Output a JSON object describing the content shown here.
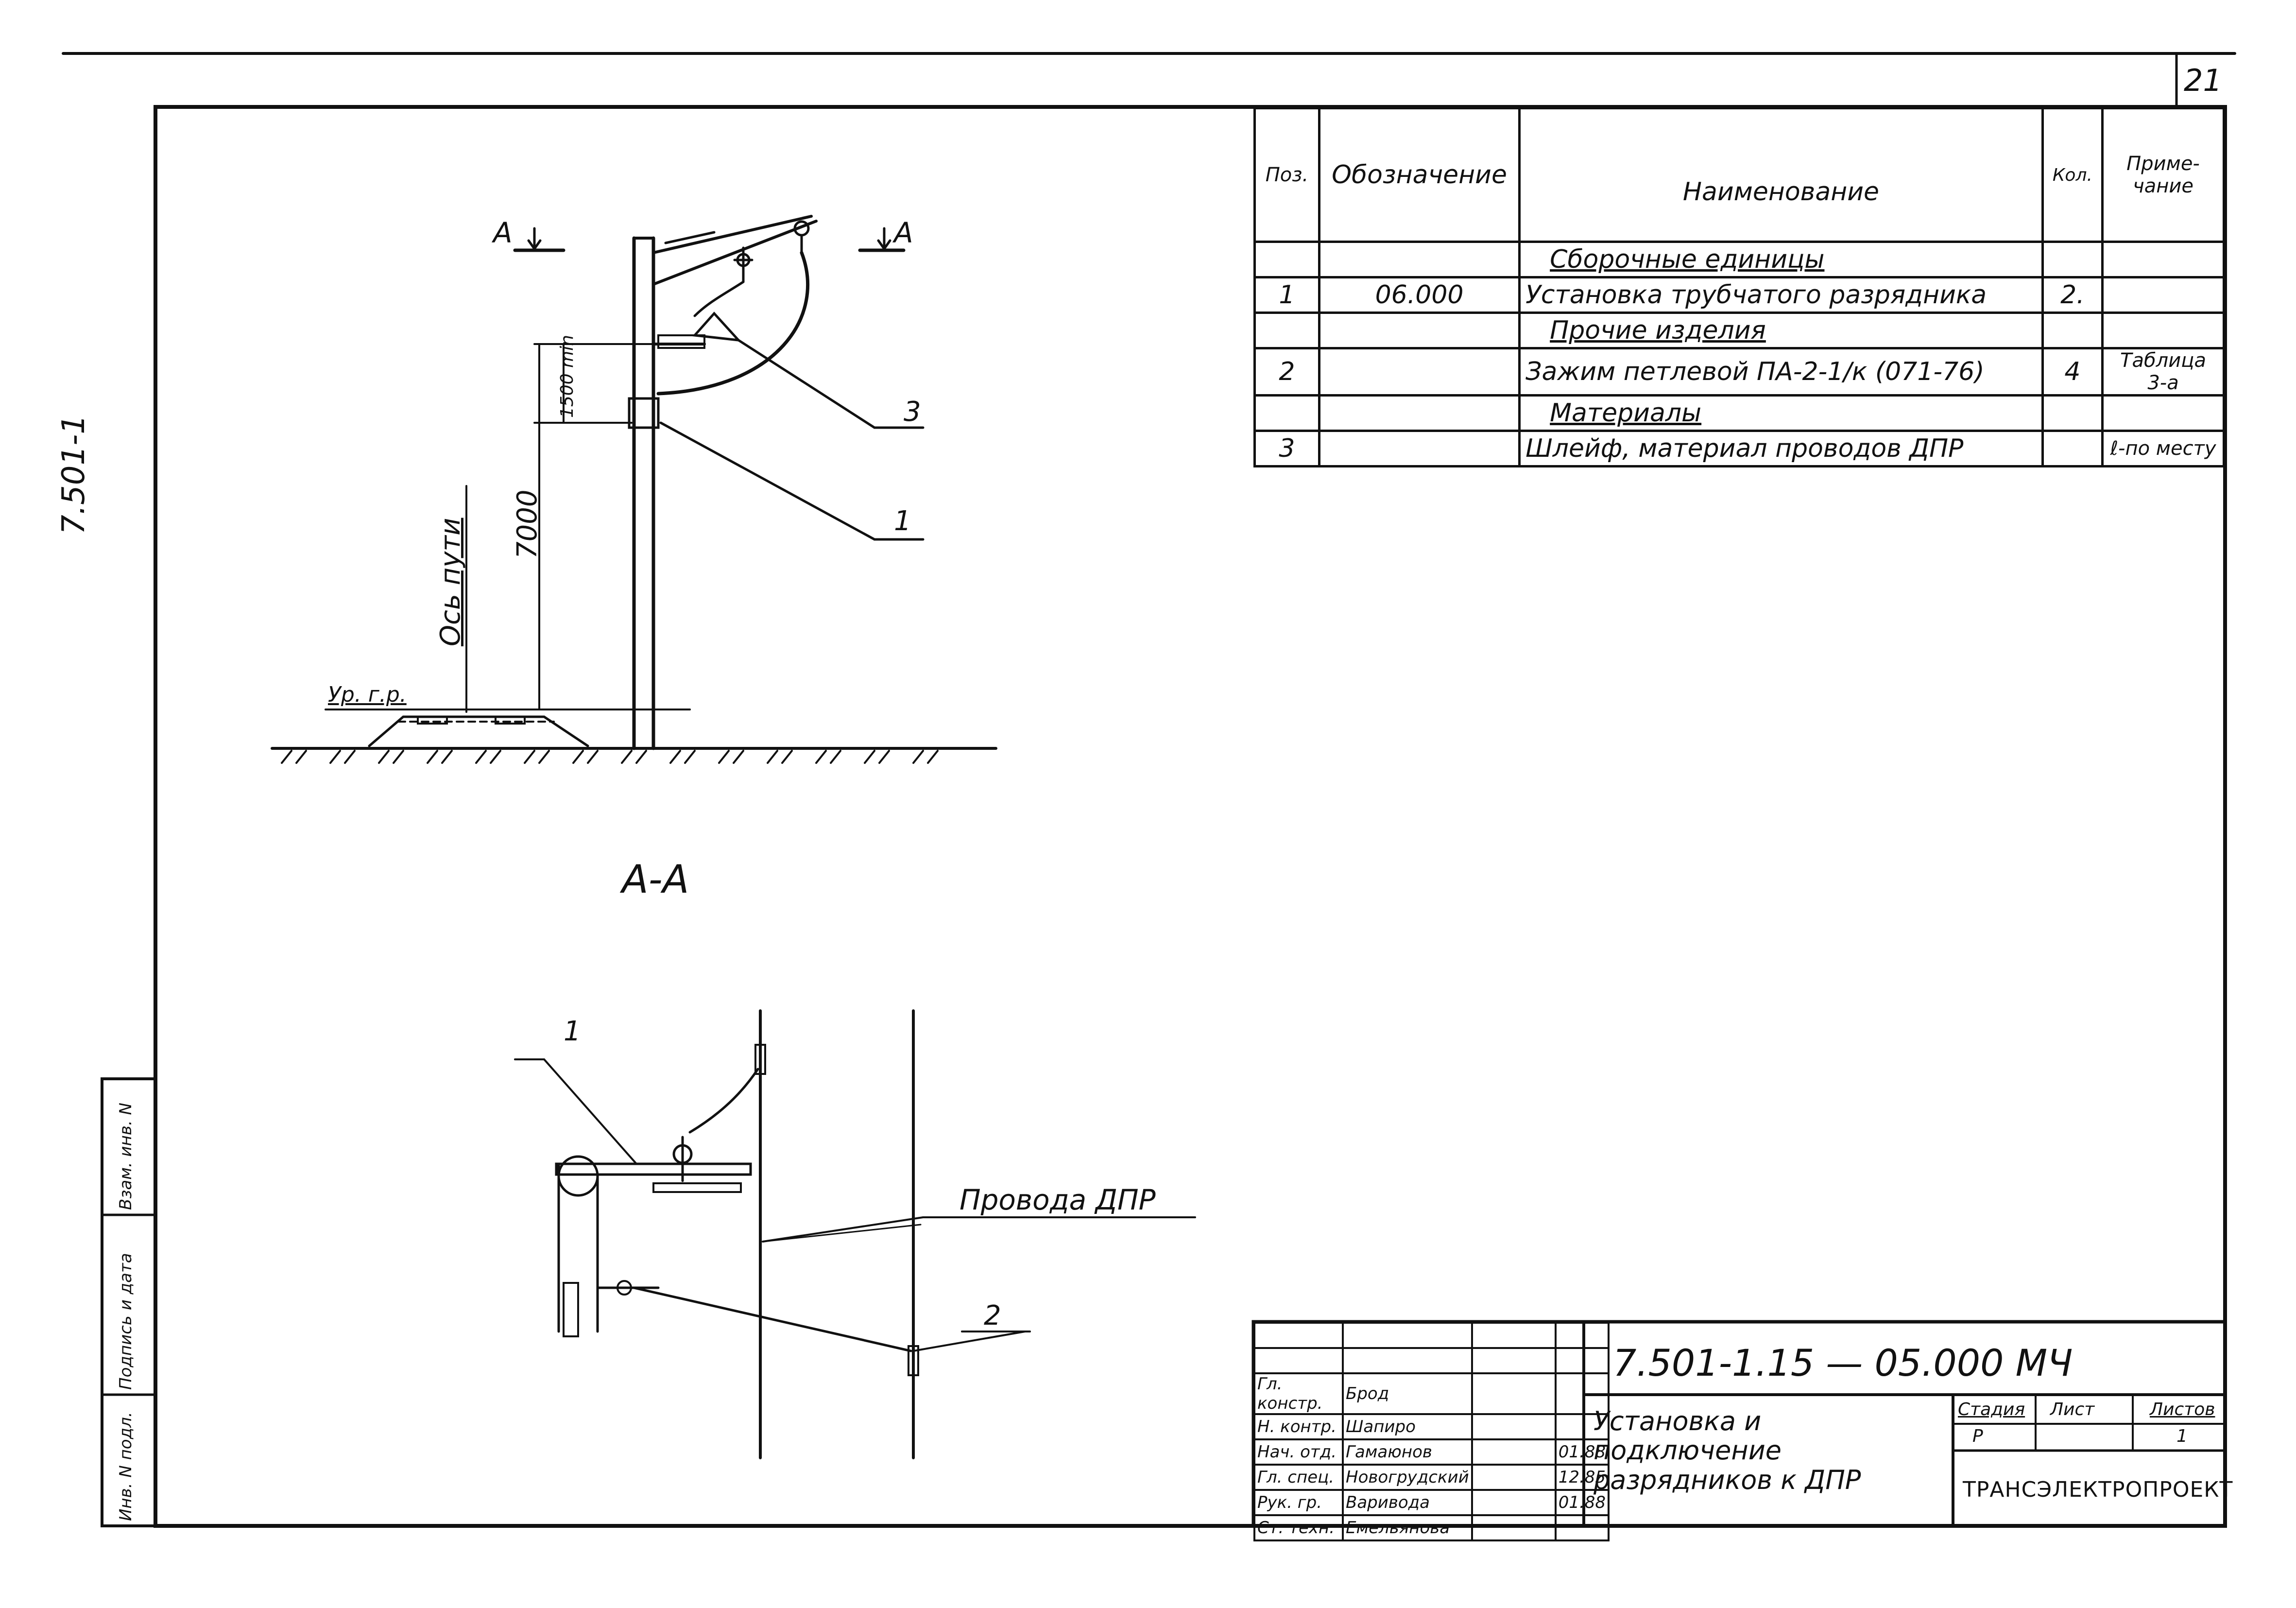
{
  "sheet_number": "21",
  "side_code": "7.501-1",
  "section_label": "A-A",
  "section_mark": "A",
  "labels": {
    "track_axis": "Ось пути",
    "ground_level": "Ур. г.р.",
    "dim_7000": "7000",
    "dim_1500": "1500 min",
    "wires_dpr": "Провода ДПР",
    "callout_1": "1",
    "callout_2": "2",
    "callout_3": "3"
  },
  "side_stamp": {
    "inv_podl": "Инв. N подл.",
    "sign_date": "Подпись и дата",
    "vzam_inv": "Взам. инв. N"
  },
  "spec_table": {
    "headers": [
      "Поз.",
      "Обозначение",
      "Наименование",
      "Кол.",
      "Приме-чание"
    ],
    "rows": [
      {
        "pos": "",
        "des": "",
        "name": "Сборочные единицы",
        "qty": "",
        "note": "",
        "section": true
      },
      {
        "pos": "1",
        "des": "06.000",
        "name": "Установка трубчатого разрядника",
        "qty": "2.",
        "note": "",
        "section": false
      },
      {
        "pos": "",
        "des": "",
        "name": "Прочие изделия",
        "qty": "",
        "note": "",
        "section": true
      },
      {
        "pos": "2",
        "des": "",
        "name": "Зажим петлевой ПА-2-1/к (071-76)",
        "qty": "4",
        "note": "Таблица 3-а",
        "section": false
      },
      {
        "pos": "",
        "des": "",
        "name": "Материалы",
        "qty": "",
        "note": "",
        "section": true
      },
      {
        "pos": "3",
        "des": "",
        "name": "Шлейф, материал проводов ДПР",
        "qty": "",
        "note": "ℓ-по месту",
        "section": false
      }
    ]
  },
  "title_block": {
    "doc_code": "7.501-1.15 — 05.000 МЧ",
    "title": "Установка и подключение разрядников к ДПР",
    "stage_label": "Стадия",
    "sheet_label": "Лист",
    "sheets_label": "Листов",
    "stage": "Р",
    "sheet": "",
    "sheets": "1",
    "org": "ТРАНСЭЛЕКТРОПРОЕКТ",
    "staff": [
      {
        "role": "Гл. констр.",
        "name": "Брод",
        "date": ""
      },
      {
        "role": "Н. контр.",
        "name": "Шапиро",
        "date": ""
      },
      {
        "role": "Нач. отд.",
        "name": "Гамаюнов",
        "date": "01.88"
      },
      {
        "role": "Гл. спец.",
        "name": "Новогрудский",
        "date": "12.85"
      },
      {
        "role": "Рук. гр.",
        "name": "Варивода",
        "date": "01.88"
      },
      {
        "role": "Ст. техн.",
        "name": "Емельянова",
        "date": ""
      }
    ]
  }
}
